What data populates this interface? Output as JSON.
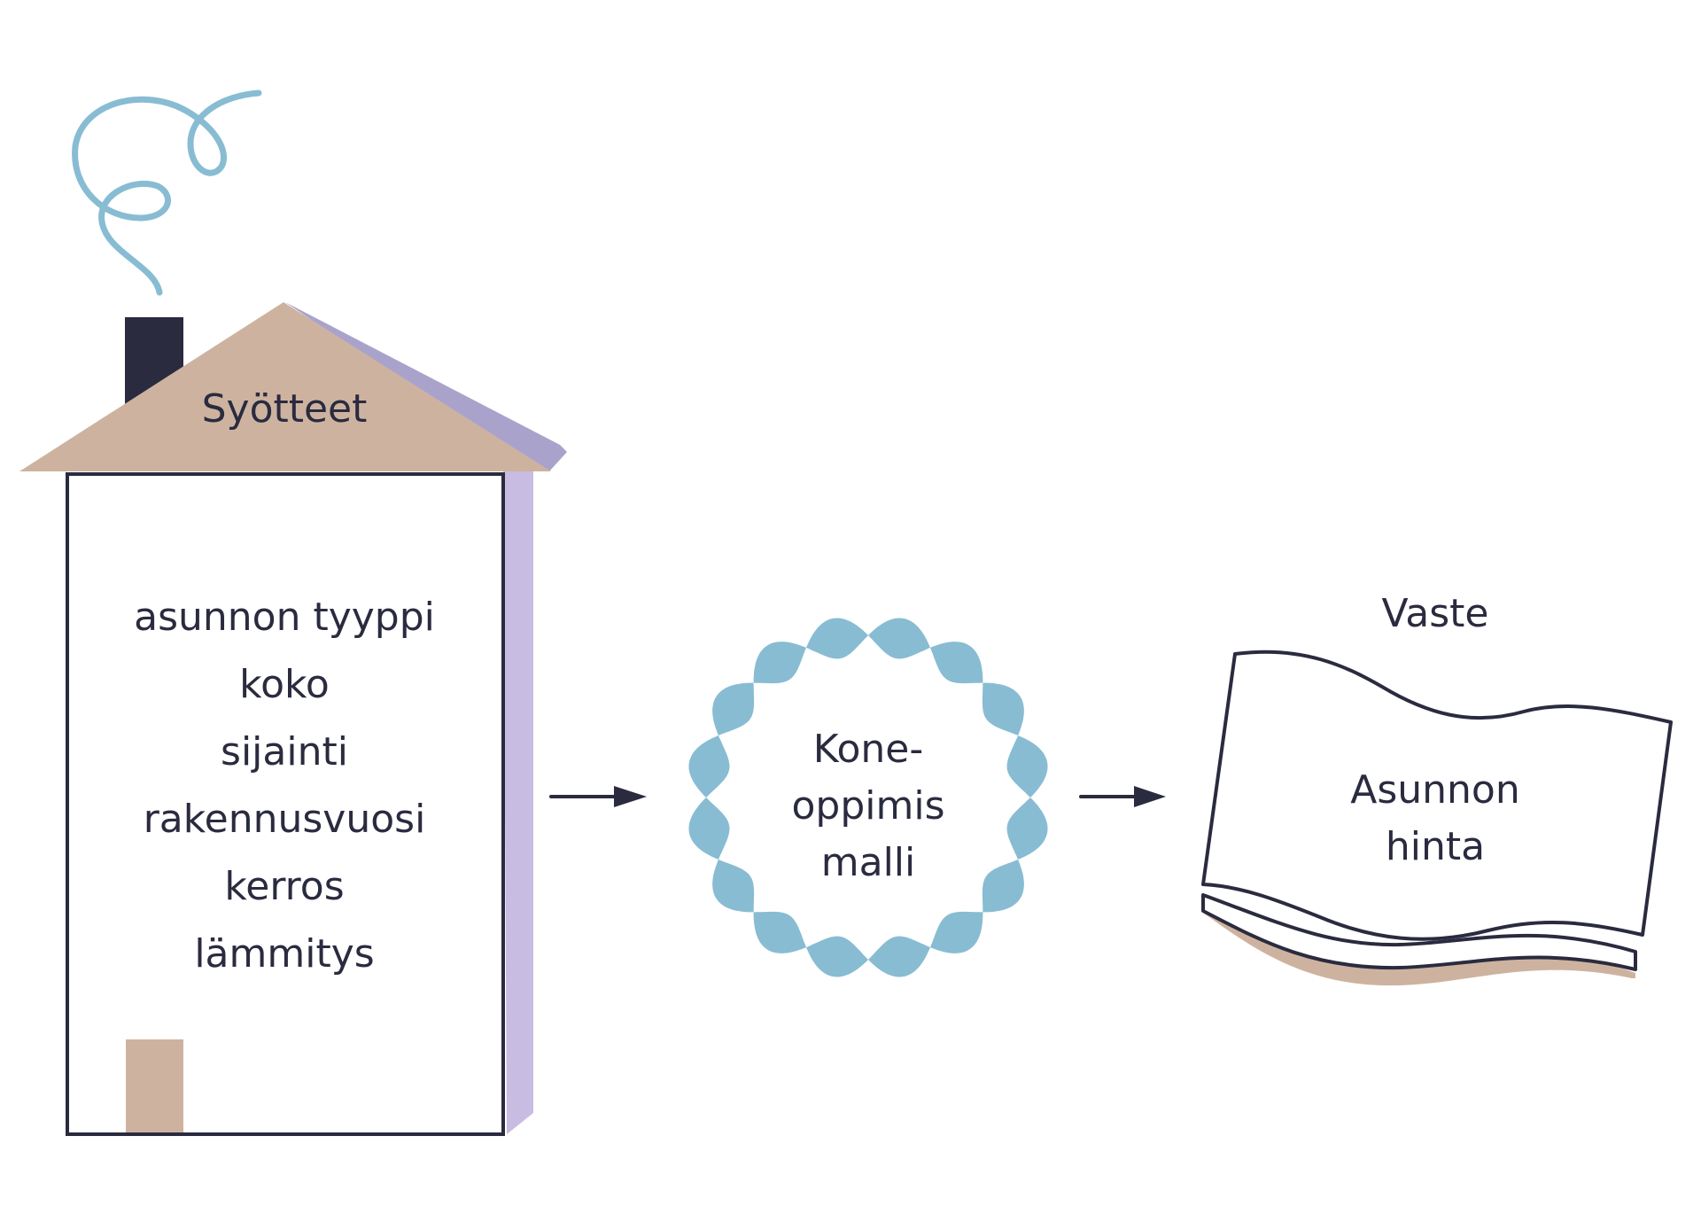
{
  "inputs": {
    "title": "Syötteet",
    "items": [
      "asunnon tyyppi",
      "koko",
      "sijainti",
      "rakennusvuosi",
      "kerros",
      "lämmitys"
    ]
  },
  "model": {
    "lines": [
      "Kone-",
      "oppimis",
      "malli"
    ]
  },
  "output": {
    "title": "Vaste",
    "lines": [
      "Asunnon",
      "hinta"
    ]
  },
  "colors": {
    "ink": "#2a2b3f",
    "roof": "#cdb39f",
    "roof_side": "#a9a3cc",
    "wall_side": "#c8bce2",
    "chimney": "#2a2b3f",
    "door": "#cdb39f",
    "smoke": "#88bcd3",
    "model_ring": "#88bcd3",
    "paper_shadow": "#cdb39f"
  },
  "icons": {
    "house": "house-icon",
    "smoke": "smoke-swirl-icon",
    "model": "wavy-ring-icon",
    "output": "paper-sheet-icon",
    "arrow": "arrow-right-icon"
  }
}
